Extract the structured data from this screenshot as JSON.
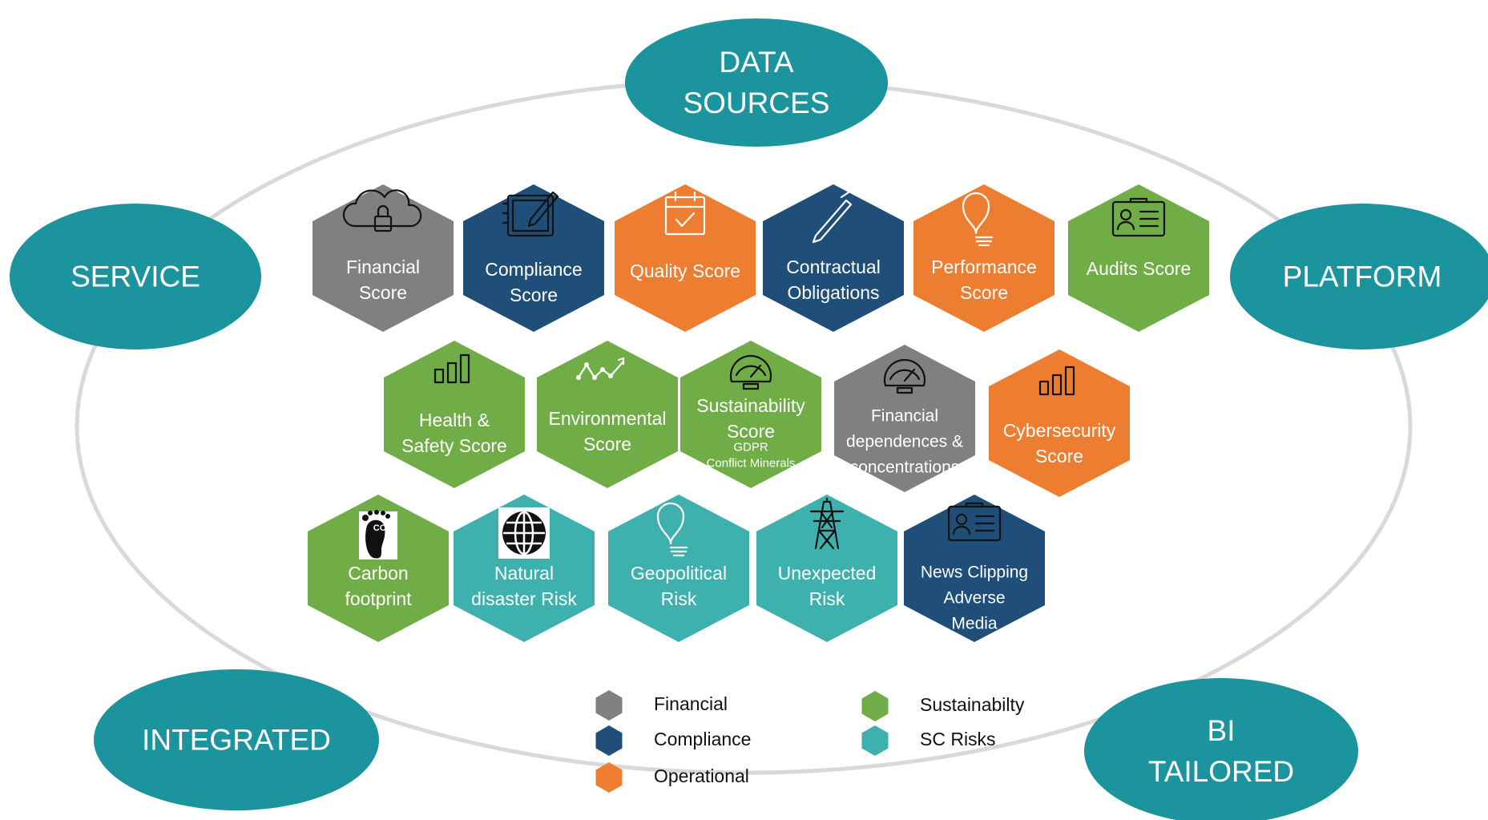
{
  "colors": {
    "financial": "#808080",
    "compliance": "#1F4E79",
    "operational": "#ED7D31",
    "sustainability": "#70AD47",
    "sc_risks": "#3EB1AE",
    "oval": "#1B949E",
    "ring": "#D9D9D9"
  },
  "ovals": {
    "data_sources": [
      "DATA",
      "SOURCES"
    ],
    "service": [
      "SERVICE"
    ],
    "platform": [
      "PLATFORM"
    ],
    "integrated": [
      "INTEGRATED"
    ],
    "bi_tailored": [
      "BI",
      "TAILORED"
    ]
  },
  "hexagons": [
    {
      "id": "financial-score",
      "category": "financial",
      "icon": "cloud-lock-icon",
      "lines": [
        "Financial",
        "Score"
      ]
    },
    {
      "id": "compliance-score",
      "category": "compliance",
      "icon": "tablet-pen-icon",
      "lines": [
        "Compliance",
        "Score"
      ]
    },
    {
      "id": "quality-score",
      "category": "operational",
      "icon": "calendar-check-icon",
      "lines": [
        "Quality Score"
      ]
    },
    {
      "id": "contractual-obligations",
      "category": "compliance",
      "icon": "pen-icon",
      "lines": [
        "Contractual",
        "Obligations"
      ]
    },
    {
      "id": "performance-score",
      "category": "operational",
      "icon": "lightbulb-icon",
      "lines": [
        "Performance",
        "Score"
      ]
    },
    {
      "id": "audits-score",
      "category": "sustainability",
      "icon": "id-card-icon",
      "lines": [
        "Audits Score"
      ]
    },
    {
      "id": "health-safety-score",
      "category": "sustainability",
      "icon": "bar-chart-icon",
      "lines": [
        "Health &",
        "Safety Score"
      ]
    },
    {
      "id": "environmental-score",
      "category": "sustainability",
      "icon": "trend-line-icon",
      "lines": [
        "Environmental",
        "Score"
      ]
    },
    {
      "id": "sustainability-score",
      "category": "sustainability",
      "icon": "gauge-icon",
      "lines": [
        "Sustainability",
        "Score"
      ],
      "sublines": [
        "GDPR",
        "Conflict Minerals"
      ]
    },
    {
      "id": "financial-dependences",
      "category": "financial",
      "icon": "gauge-icon",
      "lines": [
        "Financial",
        "dependences &",
        "concentrations"
      ]
    },
    {
      "id": "cybersecurity-score",
      "category": "operational",
      "icon": "bar-chart-icon",
      "lines": [
        "Cybersecurity",
        "Score"
      ]
    },
    {
      "id": "carbon-footprint",
      "category": "sustainability",
      "icon": "co2-footprint-icon",
      "lines": [
        "Carbon",
        "footprint"
      ]
    },
    {
      "id": "natural-disaster-risk",
      "category": "sc_risks",
      "icon": "globe-icon",
      "lines": [
        "Natural",
        "disaster Risk"
      ]
    },
    {
      "id": "geopolitical-risk",
      "category": "sc_risks",
      "icon": "lightbulb-icon",
      "lines": [
        "Geopolitical",
        "Risk"
      ]
    },
    {
      "id": "unexpected-risk",
      "category": "sc_risks",
      "icon": "power-tower-icon",
      "lines": [
        "Unexpected",
        "Risk"
      ]
    },
    {
      "id": "news-clipping",
      "category": "compliance",
      "icon": "id-card-icon",
      "lines": [
        "News Clipping",
        "Adverse",
        "Media"
      ]
    }
  ],
  "legend": [
    {
      "category": "financial",
      "label": "Financial"
    },
    {
      "category": "compliance",
      "label": "Compliance"
    },
    {
      "category": "operational",
      "label": "Operational"
    },
    {
      "category": "sustainability",
      "label": "Sustainabilty"
    },
    {
      "category": "sc_risks",
      "label": "SC Risks"
    }
  ]
}
